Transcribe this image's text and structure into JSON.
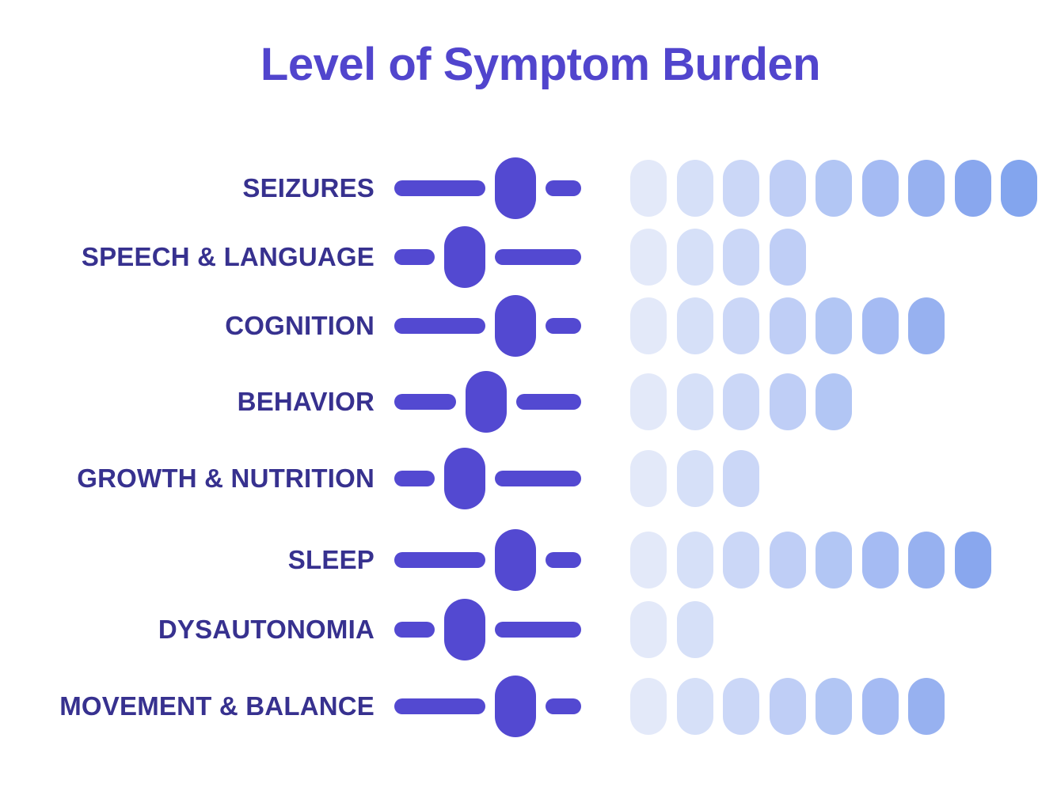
{
  "chart_data": {
    "type": "bar",
    "title": "Level of Symptom Burden",
    "categories": [
      "SEIZURES",
      "SPEECH & LANGUAGE",
      "COGNITION",
      "BEHAVIOR",
      "GROWTH & NUTRITION",
      "SLEEP",
      "DYSAUTONOMIA",
      "MOVEMENT & BALANCE"
    ],
    "values": [
      9,
      4,
      7,
      5,
      3,
      8,
      2,
      7
    ],
    "slider_level": [
      0.69,
      0.34,
      0.69,
      0.49,
      0.34,
      0.69,
      0.34,
      0.69
    ],
    "max": 9,
    "colors": {
      "title": "#5145cd",
      "label": "#37318f",
      "slider": "#5349d1",
      "pills": [
        "#e3e9f9",
        "#d6e0f8",
        "#cbd7f7",
        "#bfcef6",
        "#b2c6f4",
        "#a5bbf3",
        "#97b1f0",
        "#89a7ee",
        "#83a5ee"
      ]
    }
  }
}
